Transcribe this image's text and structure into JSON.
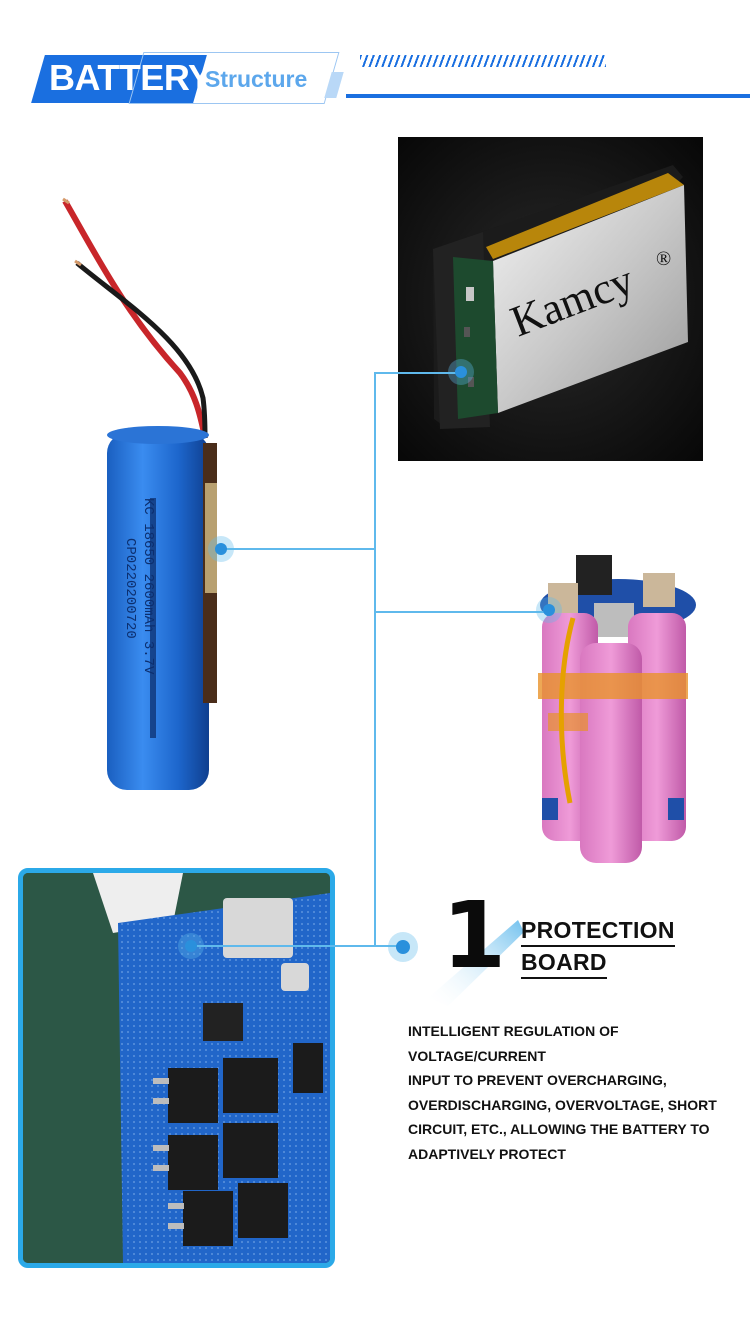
{
  "header": {
    "title": "BATTERY",
    "subtitle": "Structure"
  },
  "photos": {
    "pouch": {
      "brand": "Kamcy",
      "mark": "®"
    },
    "cell": {
      "label_line1": "KC 18650 2600mAh 3.7V",
      "label_line2": "CP0220200720"
    }
  },
  "feature": {
    "number": "1",
    "title_line1": "PROTECTION",
    "title_line2": "BOARD",
    "description": "INTELLIGENT REGULATION OF VOLTAGE/CURRENT\nINPUT TO PREVENT OVERCHARGING,\nOVERDISCHARGING, OVERVOLTAGE, SHORT\nCIRCUIT, ETC., ALLOWING THE BATTERY TO\n ADAPTIVELY PROTECT"
  },
  "colors": {
    "accent_blue": "#1a6fe0",
    "connector_blue": "#5fb9ec",
    "frame_blue": "#2ba9e8"
  }
}
